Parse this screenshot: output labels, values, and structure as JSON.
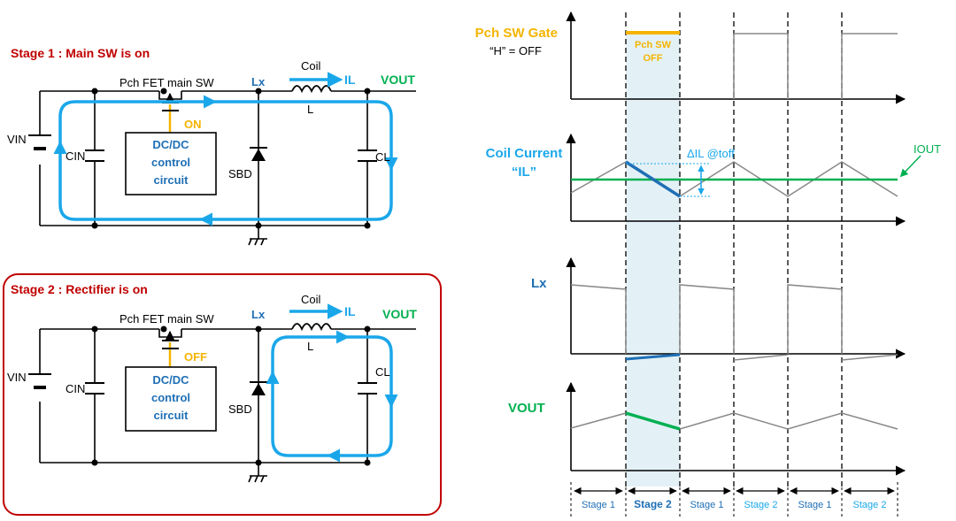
{
  "colors": {
    "red": "#c00000",
    "blue": "#1f6fb5",
    "loop": "#1aa7ea",
    "green": "#00b050",
    "orange": "#f5b400",
    "gray": "#888888",
    "black": "#000000",
    "shade": "#e3f1f6"
  },
  "stage1": {
    "title": "Stage 1 : Main SW is on",
    "fet_label": "Pch FET main SW",
    "state_label": "ON",
    "vin": "VIN",
    "cin": "CIN",
    "lx": "Lx",
    "coil": "Coil",
    "il": "IL",
    "vout": "VOUT",
    "l": "L",
    "sbd": "SBD",
    "cl": "CL",
    "controller": [
      "DC/DC",
      "control",
      "circuit"
    ]
  },
  "stage2": {
    "title": "Stage 2 : Rectifier is on",
    "fet_label": "Pch FET main SW",
    "state_label": "OFF",
    "vin": "VIN",
    "cin": "CIN",
    "lx": "Lx",
    "coil": "Coil",
    "il": "IL",
    "vout": "VOUT",
    "l": "L",
    "sbd": "SBD",
    "cl": "CL",
    "controller": [
      "DC/DC",
      "control",
      "circuit"
    ]
  },
  "timing": {
    "gate_label": "Pch SW Gate",
    "gate_sub": "“H” = OFF",
    "gate_off_label": [
      "Pch SW",
      "OFF"
    ],
    "coil_label": [
      "Coil Current",
      "“IL”"
    ],
    "delta_label": "ΔIL @toff",
    "iout_label": "IOUT",
    "lx_label": "Lx",
    "vout_label": "VOUT",
    "stages": [
      "Stage 1",
      "Stage 2",
      "Stage 1",
      "Stage 2",
      "Stage 1",
      "Stage 2"
    ]
  }
}
